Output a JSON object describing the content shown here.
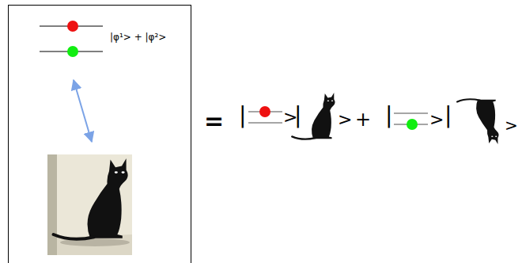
{
  "diagram": {
    "nodes": [
      {
        "text": [
          "|φ¹> + |φ²>"
        ]
      }
    ],
    "labels": [
      "=",
      "|",
      ">",
      "|",
      ">",
      "+",
      "|",
      ">",
      "|",
      ">"
    ]
  }
}
